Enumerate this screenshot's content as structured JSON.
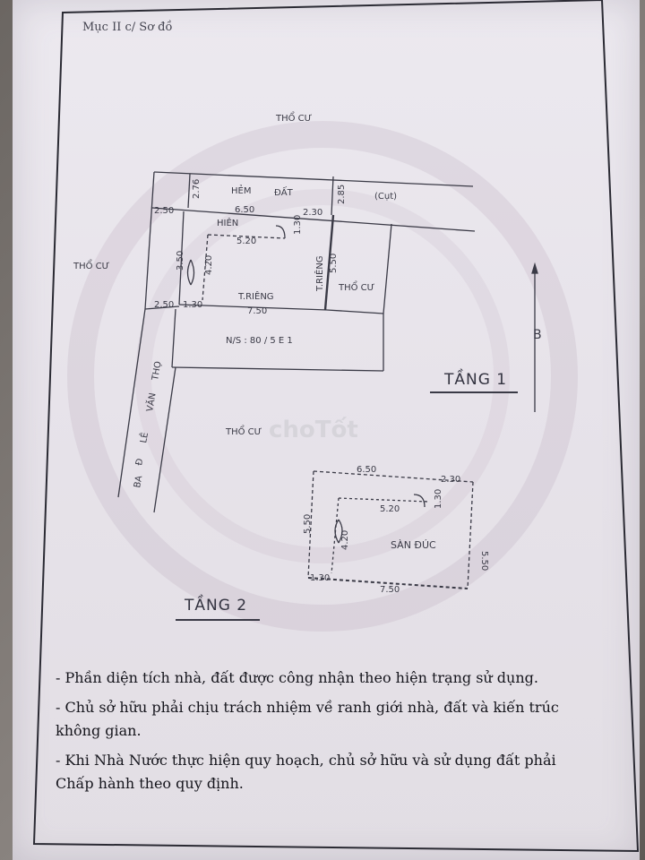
{
  "document": {
    "section_label": "Mục II c/ Sơ đồ",
    "watermark": "choTốt"
  },
  "plan": {
    "top_neighbor": "THỔ CƯ",
    "left_neighbor": "THỔ CƯ",
    "right_neighbor": "THỔ CƯ",
    "bottom_neighbor": "THỔ CƯ",
    "alley_hem": "HẺM",
    "alley_dat": "ĐẤT",
    "alley_dead_end": "(Cụt)",
    "hien": "HIÊN",
    "private_wall_bottom": "T.RIÊNG",
    "private_wall_right": "T.RIÊNG",
    "house_number": "N/S : 80 / 5 E 1",
    "street": "ĐƯỜNG LÊ VĂN THỌ",
    "street_parts": [
      "Đ",
      "LÊ",
      "VĂN",
      "THỌ"
    ],
    "street_prefix": "BA",
    "north_mark": "B"
  },
  "floor1": {
    "title": "TẦNG 1",
    "dims": {
      "alley_depth_left": "2.76",
      "alley_depth_right": "2.85",
      "top_width_main": "6.50",
      "top_width_extra": "2.30",
      "left_offset_top": "2.50",
      "left_offset_bottom": "2.50",
      "left_height": "3.50",
      "door_width": "4.20",
      "inner_width": "5.20",
      "inner_offset": "1.30",
      "right_height": "5.50",
      "bottom_left": "1.30",
      "bottom_width": "7.50"
    }
  },
  "floor2": {
    "title": "TẦNG 2",
    "room_label": "SÀN ĐÚC",
    "dims": {
      "top_width": "6.50",
      "top_extra": "2.30",
      "inner_width": "5.20",
      "inner_offset": "1.30",
      "left_height": "5.50",
      "door_width": "4.20",
      "right_height": "5.50",
      "bottom_left": "1.30",
      "bottom_width": "7.50"
    }
  },
  "notes": [
    "- Phần diện tích nhà, đất được công nhận theo hiện trạng sử dụng.",
    "- Chủ sở hữu phải chịu trách nhiệm về ranh giới nhà, đất và kiến trúc không gian.",
    "- Khi Nhà Nước thực hiện quy hoạch, chủ sở hữu và sử dụng đất phải Chấp hành theo quy định."
  ],
  "colors": {
    "paper": "#e8e4eb",
    "ink": "#3a3a46",
    "text": "#15151c"
  }
}
